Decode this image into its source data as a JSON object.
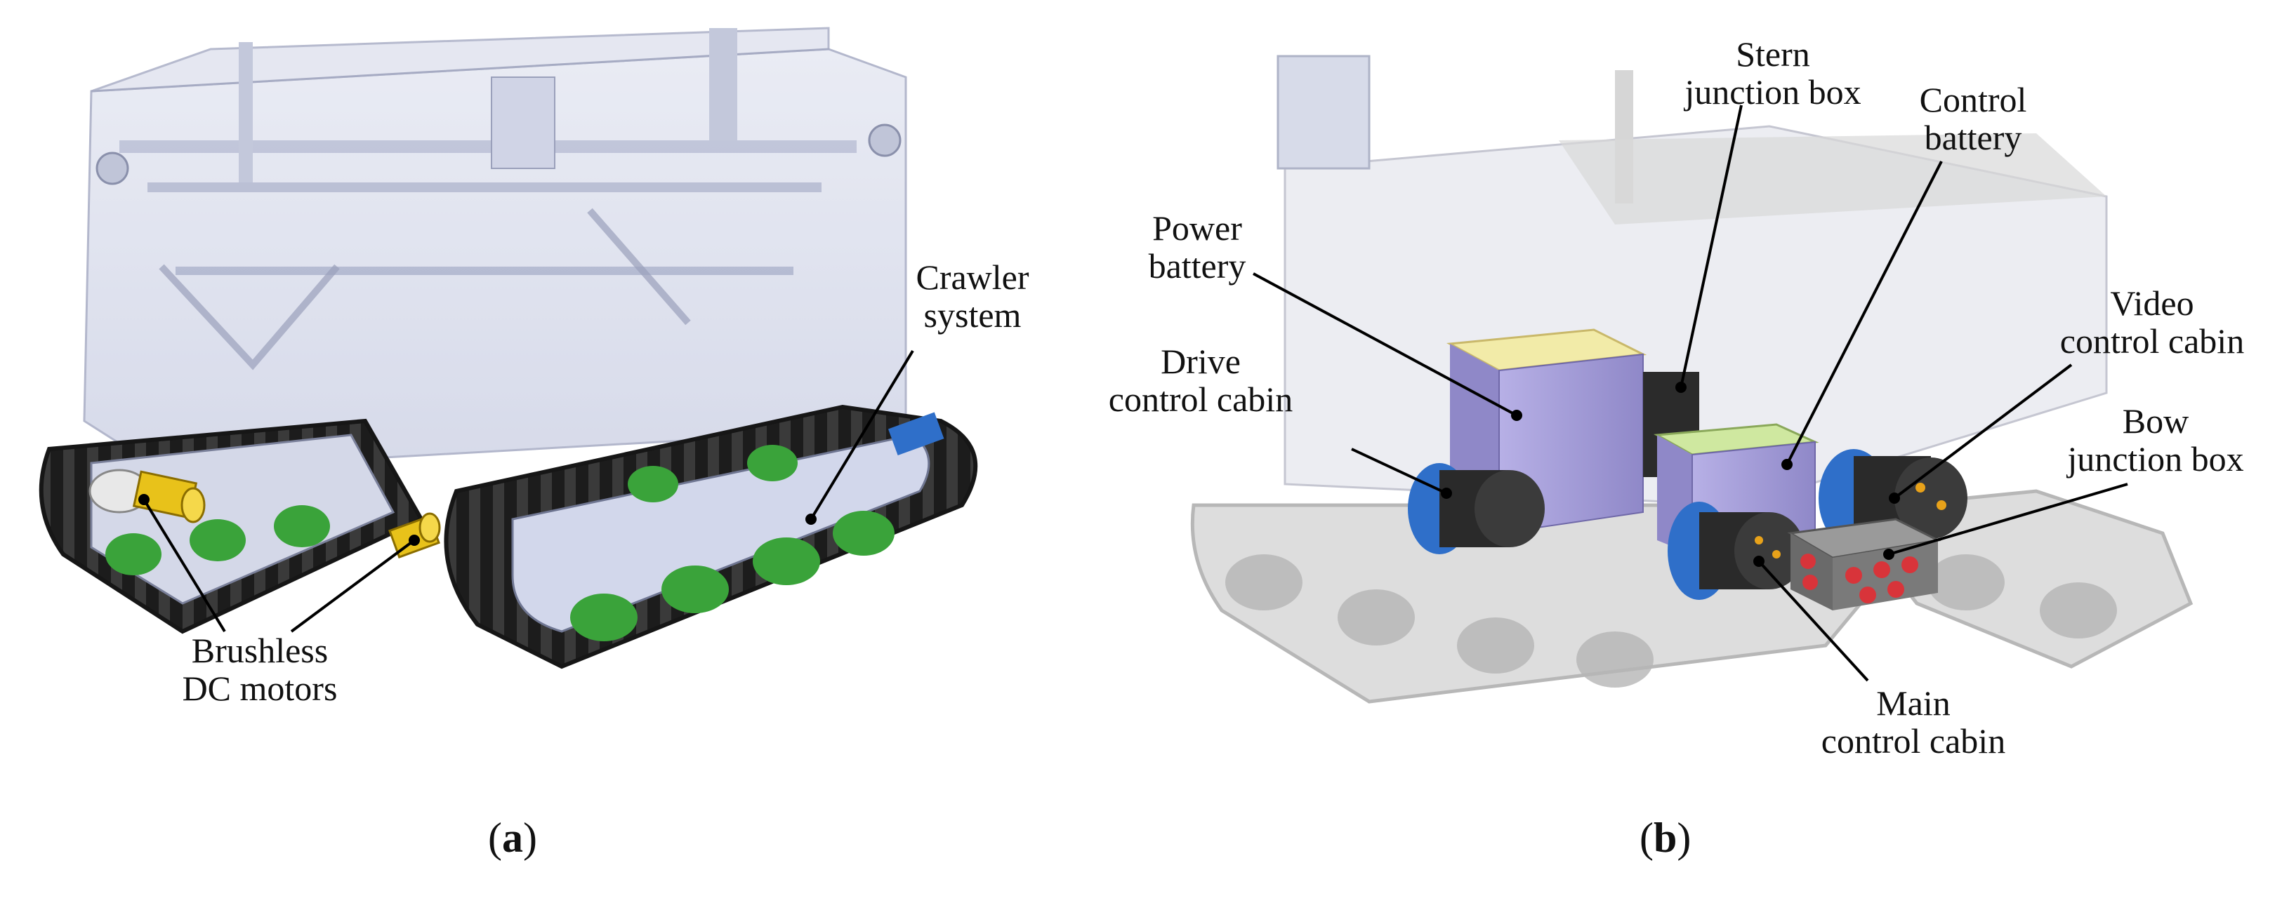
{
  "panels": [
    {
      "caption_letter": "a",
      "labels": {
        "crawler": [
          "Crawler",
          "system"
        ],
        "motors": [
          "Brushless",
          "DC motors"
        ]
      }
    },
    {
      "caption_letter": "b",
      "labels": {
        "stern": [
          "Stern",
          "junction box"
        ],
        "control_battery": [
          "Control",
          "battery"
        ],
        "power_battery": [
          "Power",
          "battery"
        ],
        "video": [
          "Video",
          "control cabin"
        ],
        "drive": [
          "Drive",
          "control cabin"
        ],
        "bow": [
          "Bow",
          "junction box"
        ],
        "main": [
          "Main",
          "control cabin"
        ]
      }
    }
  ],
  "colors": {
    "track": "#2e2e2e",
    "wheel": "#3aa33a",
    "frame": "#c9cfe6",
    "motor": "#e8c21a",
    "box_purple": "#a7a0dc",
    "cabin_blue": "#2f6fc9",
    "junction_red": "#d8343a",
    "ghost": "#b8bfd6",
    "grey_track": "#9a9a9a"
  }
}
